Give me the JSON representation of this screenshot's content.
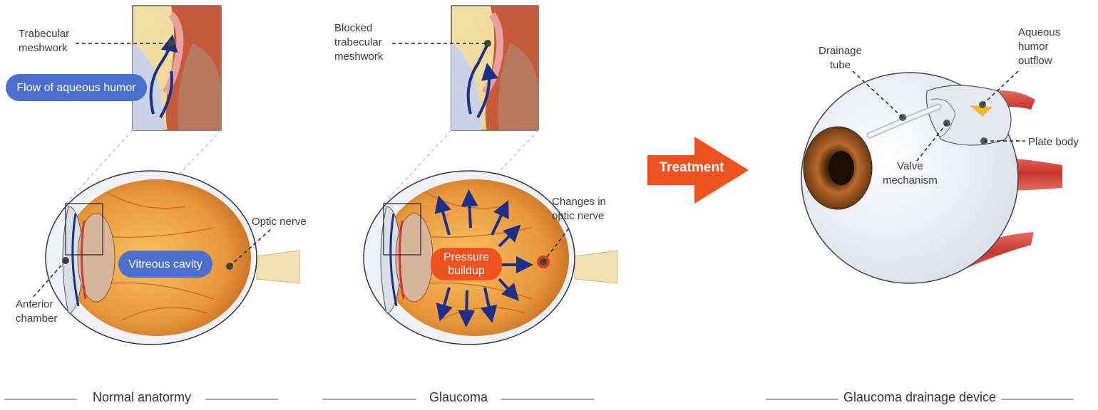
{
  "labels": {
    "trabecular_meshwork": "Trabecular\nmeshwork",
    "flow_of_aqueous_humor": "Flow of aqueous humor",
    "optic_nerve": "Optic nerve",
    "vitreous_cavity": "Vitreous cavity",
    "anterior_chamber": "Anterior\nchamber",
    "blocked_trabecular_meshwork": "Blocked\ntrabecular\nmeshwork",
    "changes_in_optic_nerve": "Changes in\noptic nerve",
    "pressure_buildup": "Pressure\nbuildup",
    "treatment": "Treatment",
    "drainage_tube": "Drainage\ntube",
    "aqueous_humor_outflow": "Aqueous\nhumor\noutflow",
    "plate_body": "Plate body",
    "valve_mechanism": "Valve\nmechanism"
  },
  "captions": {
    "normal": "Normal anatormy",
    "glaucoma": "Glaucoma",
    "device": "Glaucoma drainage device"
  },
  "colors": {
    "pill_blue": "#4a6fd0",
    "pill_orange": "#f0521f",
    "eye_orange": "#e8973a",
    "sclera": "#eef1f7",
    "muscle_red": "#d9443c",
    "iris_brown": "#a35a1e"
  }
}
